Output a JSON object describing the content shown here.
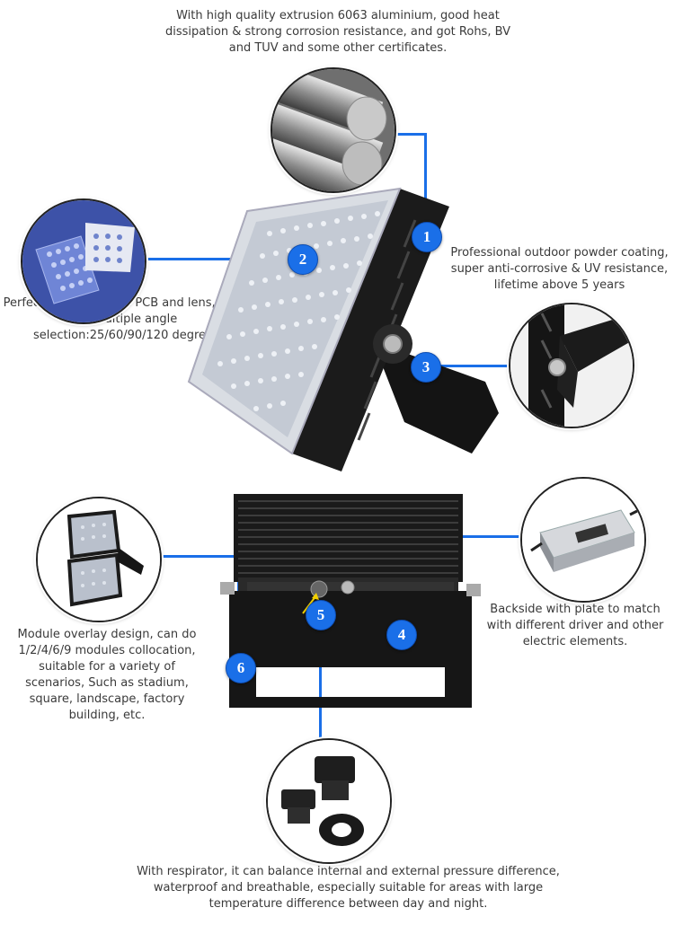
{
  "callouts": {
    "top": "With high quality extrusion 6063 aluminium, good heat dissipation & strong corrosion resistance, and got Rohs, BV and TUV and some other certificates.",
    "powder": "Professional outdoor powder coating, super anti-corrosive & UV resistance, lifetime above 5 years",
    "pcb": "Perfect matching with PCB and lens, lens has multiple angle selection:25/60/90/120 degree",
    "backside": "Backside with plate to match with different driver and other electric elements.",
    "module": "Module overlay design, can do 1/2/4/6/9 modules collocation, suitable for a variety of scenarios, Such as stadium, square, landscape, factory building, etc.",
    "respirator": "With respirator, it can balance internal and external pressure difference, waterproof and breathable, especially suitable for areas with large temperature difference between day and night."
  },
  "badges": {
    "b1": "1",
    "b2": "2",
    "b3": "3",
    "b4": "4",
    "b5": "5",
    "b6": "6"
  },
  "colors": {
    "accent": "#1a6fe8",
    "housing": "#1c1c1c"
  }
}
